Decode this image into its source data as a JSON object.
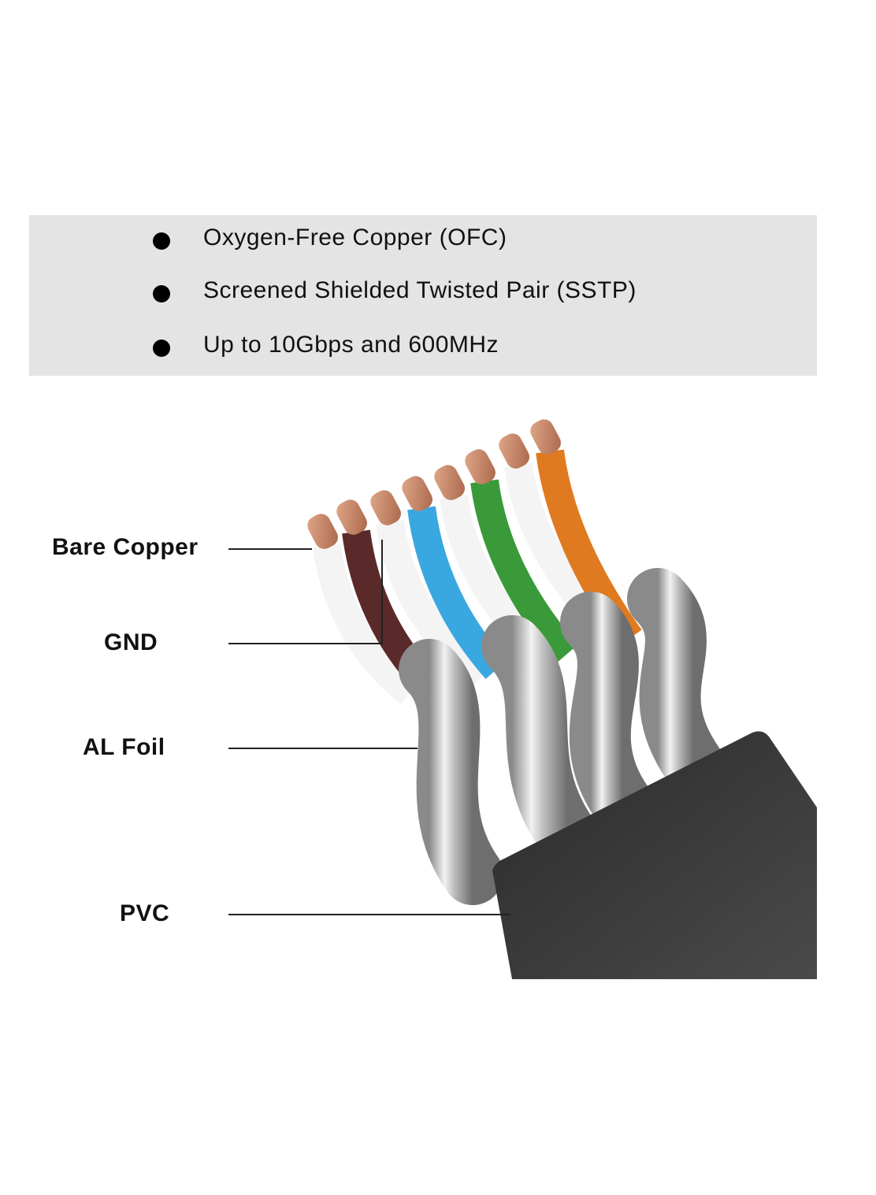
{
  "features": [
    {
      "text": "Oxygen-Free Copper (OFC)"
    },
    {
      "text": "Screened Shielded Twisted Pair (SSTP)"
    },
    {
      "text": "Up to 10Gbps and 600MHz"
    }
  ],
  "labels": {
    "bare_copper": "Bare Copper",
    "gnd": "GND",
    "al_foil": "AL Foil",
    "pvc": "PVC"
  },
  "colors": {
    "panel": "#e4e4e4",
    "jacket": "#3a3a3a",
    "copper": "#c98a6a",
    "wire_pairs": [
      [
        "#f4f4f4",
        "#5a2a2a"
      ],
      [
        "#f4f4f4",
        "#3aa8e0"
      ],
      [
        "#f4f4f4",
        "#3a9a3a"
      ],
      [
        "#f4f4f4",
        "#e07a20"
      ]
    ]
  }
}
